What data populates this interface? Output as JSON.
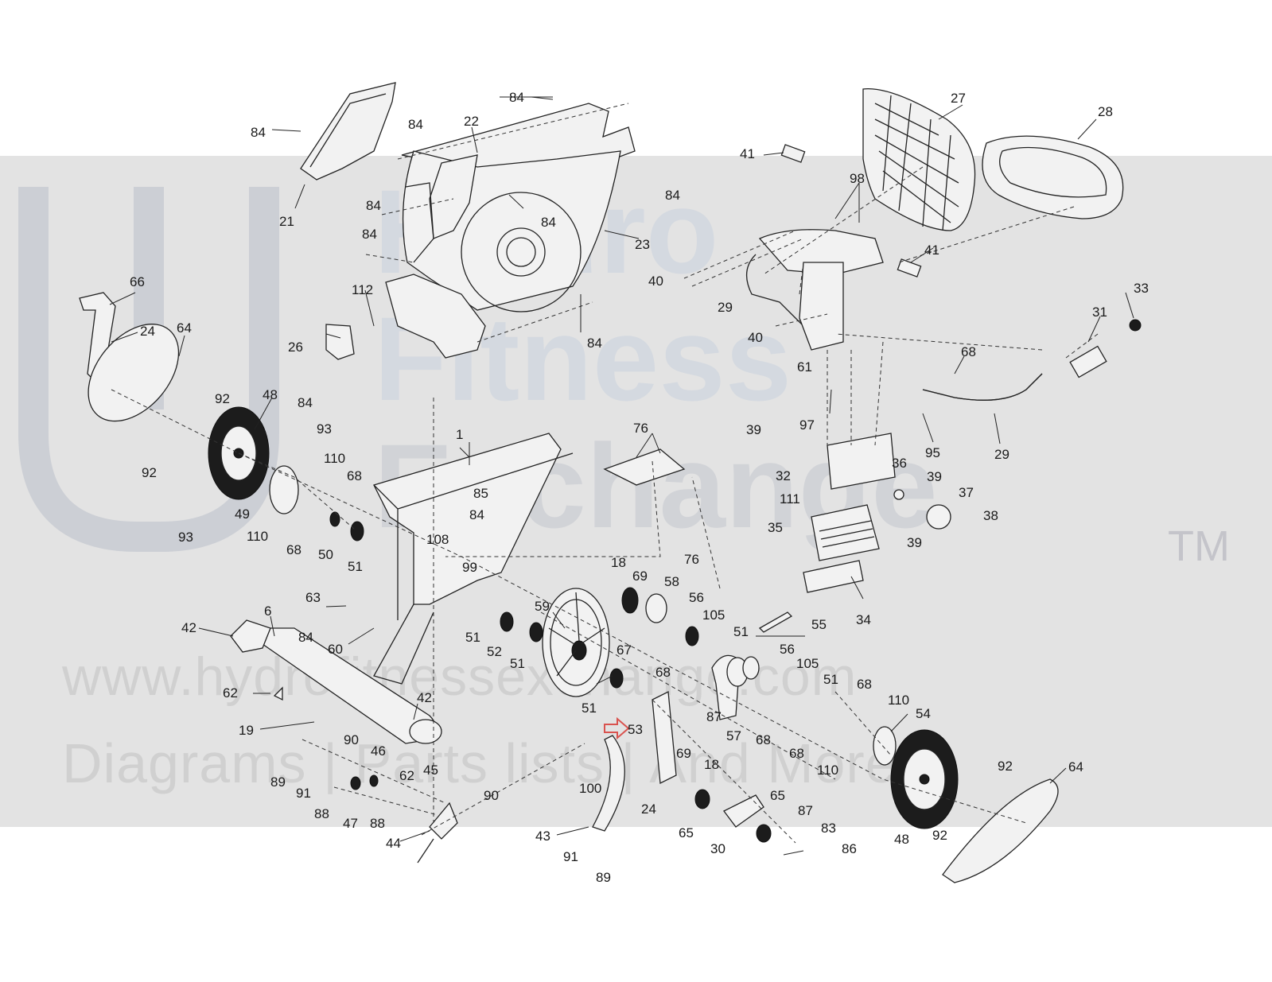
{
  "watermark": {
    "brand_line1": "Hydro",
    "brand_line2": "Fitness",
    "brand_line3": "Exchange",
    "trademark": "TM",
    "url": "www.hydrofitnessexchange.com",
    "tagline": "Diagrams | Parts lists | And More"
  },
  "callouts": [
    {
      "id": "c84a",
      "text": "84"
    },
    {
      "id": "c21",
      "text": "21"
    },
    {
      "id": "c84b",
      "text": "84"
    },
    {
      "id": "c22",
      "text": "22"
    },
    {
      "id": "c84c",
      "text": "84"
    },
    {
      "id": "c84d",
      "text": "84"
    },
    {
      "id": "c84e",
      "text": "84"
    },
    {
      "id": "c84f",
      "text": "84"
    },
    {
      "id": "c84g",
      "text": "84"
    },
    {
      "id": "c23",
      "text": "23"
    },
    {
      "id": "c112",
      "text": "112"
    },
    {
      "id": "c26",
      "text": "26"
    },
    {
      "id": "c84h",
      "text": "84"
    },
    {
      "id": "c84i",
      "text": "84"
    },
    {
      "id": "c66",
      "text": "66"
    },
    {
      "id": "c24a",
      "text": "24"
    },
    {
      "id": "c64a",
      "text": "64"
    },
    {
      "id": "c92a",
      "text": "92"
    },
    {
      "id": "c48a",
      "text": "48"
    },
    {
      "id": "c92b",
      "text": "92"
    },
    {
      "id": "c93a",
      "text": "93"
    },
    {
      "id": "c110a",
      "text": "110"
    },
    {
      "id": "c68a",
      "text": "68"
    },
    {
      "id": "c49",
      "text": "49"
    },
    {
      "id": "c110b",
      "text": "110"
    },
    {
      "id": "c68b",
      "text": "68"
    },
    {
      "id": "c50",
      "text": "50"
    },
    {
      "id": "c51a",
      "text": "51"
    },
    {
      "id": "c93b",
      "text": "93"
    },
    {
      "id": "c1",
      "text": "1"
    },
    {
      "id": "c85",
      "text": "85"
    },
    {
      "id": "c84j",
      "text": "84"
    },
    {
      "id": "c108",
      "text": "108"
    },
    {
      "id": "c99",
      "text": "99"
    },
    {
      "id": "c76a",
      "text": "76"
    },
    {
      "id": "c76b",
      "text": "76"
    },
    {
      "id": "c27",
      "text": "27"
    },
    {
      "id": "c28",
      "text": "28"
    },
    {
      "id": "c41a",
      "text": "41"
    },
    {
      "id": "c98",
      "text": "98"
    },
    {
      "id": "c40a",
      "text": "40"
    },
    {
      "id": "c41b",
      "text": "41"
    },
    {
      "id": "c29a",
      "text": "29"
    },
    {
      "id": "c40b",
      "text": "40"
    },
    {
      "id": "c61",
      "text": "61"
    },
    {
      "id": "c33",
      "text": "33"
    },
    {
      "id": "c31",
      "text": "31"
    },
    {
      "id": "c68c",
      "text": "68"
    },
    {
      "id": "c97",
      "text": "97"
    },
    {
      "id": "c95",
      "text": "95"
    },
    {
      "id": "c29b",
      "text": "29"
    },
    {
      "id": "c39a",
      "text": "39"
    },
    {
      "id": "c32",
      "text": "32"
    },
    {
      "id": "c111",
      "text": "111"
    },
    {
      "id": "c36",
      "text": "36"
    },
    {
      "id": "c39b",
      "text": "39"
    },
    {
      "id": "c37",
      "text": "37"
    },
    {
      "id": "c35",
      "text": "35"
    },
    {
      "id": "c39c",
      "text": "39"
    },
    {
      "id": "c38",
      "text": "38"
    },
    {
      "id": "c34",
      "text": "34"
    },
    {
      "id": "c18a",
      "text": "18"
    },
    {
      "id": "c69a",
      "text": "69"
    },
    {
      "id": "c58",
      "text": "58"
    },
    {
      "id": "c56a",
      "text": "56"
    },
    {
      "id": "c105a",
      "text": "105"
    },
    {
      "id": "c51b",
      "text": "51"
    },
    {
      "id": "c55",
      "text": "55"
    },
    {
      "id": "c63",
      "text": "63"
    },
    {
      "id": "c84k",
      "text": "84"
    },
    {
      "id": "c60",
      "text": "60"
    },
    {
      "id": "c6",
      "text": "6"
    },
    {
      "id": "c42a",
      "text": "42"
    },
    {
      "id": "c51c",
      "text": "51"
    },
    {
      "id": "c52",
      "text": "52"
    },
    {
      "id": "c51d",
      "text": "51"
    },
    {
      "id": "c59",
      "text": "59"
    },
    {
      "id": "c67",
      "text": "67"
    },
    {
      "id": "c68d",
      "text": "68"
    },
    {
      "id": "c56b",
      "text": "56"
    },
    {
      "id": "c105b",
      "text": "105"
    },
    {
      "id": "c51e",
      "text": "51"
    },
    {
      "id": "c68e",
      "text": "68"
    },
    {
      "id": "c110c",
      "text": "110"
    },
    {
      "id": "c54",
      "text": "54"
    },
    {
      "id": "c62a",
      "text": "62"
    },
    {
      "id": "c42b",
      "text": "42"
    },
    {
      "id": "c19",
      "text": "19"
    },
    {
      "id": "c51f",
      "text": "51"
    },
    {
      "id": "c53",
      "text": "53"
    },
    {
      "id": "c87a",
      "text": "87"
    },
    {
      "id": "c57",
      "text": "57"
    },
    {
      "id": "c68f",
      "text": "68"
    },
    {
      "id": "c69b",
      "text": "69"
    },
    {
      "id": "c18b",
      "text": "18"
    },
    {
      "id": "c68g",
      "text": "68"
    },
    {
      "id": "c110d",
      "text": "110"
    },
    {
      "id": "c92c",
      "text": "92"
    },
    {
      "id": "c64b",
      "text": "64"
    },
    {
      "id": "c90a",
      "text": "90"
    },
    {
      "id": "c46",
      "text": "46"
    },
    {
      "id": "c62b",
      "text": "62"
    },
    {
      "id": "c45",
      "text": "45"
    },
    {
      "id": "c89a",
      "text": "89"
    },
    {
      "id": "c91a",
      "text": "91"
    },
    {
      "id": "c100",
      "text": "100"
    },
    {
      "id": "c90b",
      "text": "90"
    },
    {
      "id": "c88a",
      "text": "88"
    },
    {
      "id": "c47",
      "text": "47"
    },
    {
      "id": "c88b",
      "text": "88"
    },
    {
      "id": "c24b",
      "text": "24"
    },
    {
      "id": "c65a",
      "text": "65"
    },
    {
      "id": "c87b",
      "text": "87"
    },
    {
      "id": "c83",
      "text": "83"
    },
    {
      "id": "c48b",
      "text": "48"
    },
    {
      "id": "c92d",
      "text": "92"
    },
    {
      "id": "c44",
      "text": "44"
    },
    {
      "id": "c43",
      "text": "43"
    },
    {
      "id": "c91b",
      "text": "91"
    },
    {
      "id": "c89b",
      "text": "89"
    },
    {
      "id": "c65b",
      "text": "65"
    },
    {
      "id": "c30",
      "text": "30"
    },
    {
      "id": "c86",
      "text": "86"
    }
  ],
  "highlight": {
    "part": "53",
    "color": "#d9534f"
  }
}
